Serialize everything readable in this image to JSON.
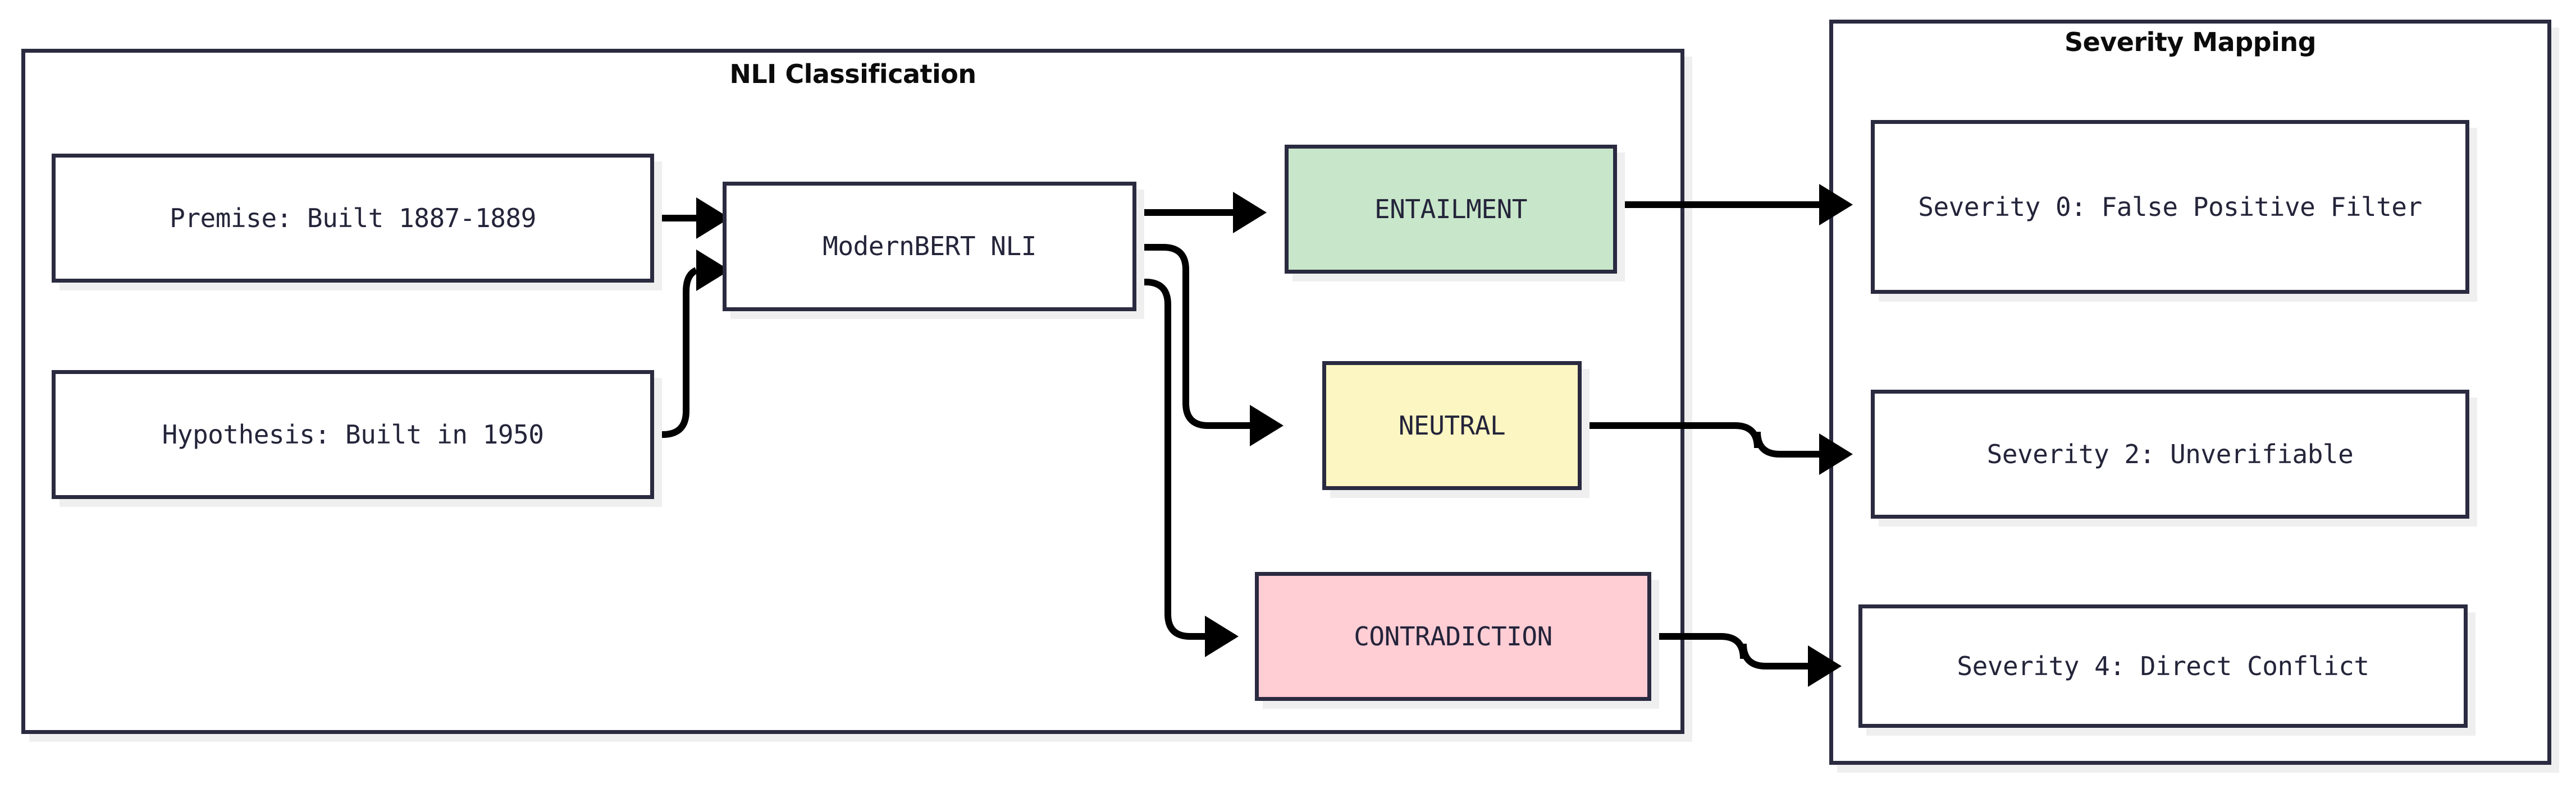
{
  "diagram": {
    "type": "flowchart",
    "direction": "left-to-right",
    "clusters": [
      {
        "id": "nli",
        "title": "NLI Classification"
      },
      {
        "id": "severity",
        "title": "Severity Mapping"
      }
    ],
    "nodes": {
      "premise": {
        "label": "Premise: Built 1887-1889",
        "fill": "#ffffff",
        "stroke": "#2a2a40"
      },
      "hypothesis": {
        "label": "Hypothesis: Built in 1950",
        "fill": "#ffffff",
        "stroke": "#2a2a40"
      },
      "model": {
        "label": "ModernBERT NLI",
        "fill": "#ffffff",
        "stroke": "#2a2a40"
      },
      "entailment": {
        "label": "ENTAILMENT",
        "fill": "#c8e6c9",
        "stroke": "#2a2a40"
      },
      "neutral": {
        "label": "NEUTRAL",
        "fill": "#fbf6c2",
        "stroke": "#2a2a40"
      },
      "contradiction": {
        "label": "CONTRADICTION",
        "fill": "#ffcdd4",
        "stroke": "#2a2a40"
      },
      "severity0": {
        "label": "Severity 0: False Positive Filter",
        "fill": "#ffffff",
        "stroke": "#2a2a40"
      },
      "severity2": {
        "label": "Severity 2: Unverifiable",
        "fill": "#ffffff",
        "stroke": "#2a2a40"
      },
      "severity4": {
        "label": "Severity 4: Direct Conflict",
        "fill": "#ffffff",
        "stroke": "#2a2a40"
      }
    },
    "edges": [
      {
        "from": "premise",
        "to": "model"
      },
      {
        "from": "hypothesis",
        "to": "model"
      },
      {
        "from": "model",
        "to": "entailment"
      },
      {
        "from": "model",
        "to": "neutral"
      },
      {
        "from": "model",
        "to": "contradiction"
      },
      {
        "from": "entailment",
        "to": "severity0"
      },
      {
        "from": "neutral",
        "to": "severity2"
      },
      {
        "from": "contradiction",
        "to": "severity4"
      }
    ],
    "colors": {
      "edge": "#000000",
      "node_border": "#2a2a40",
      "node_text": "#24243a",
      "cluster_title_text": "#0b0b0b",
      "shadow": "#efefef",
      "background": "#ffffff"
    }
  }
}
